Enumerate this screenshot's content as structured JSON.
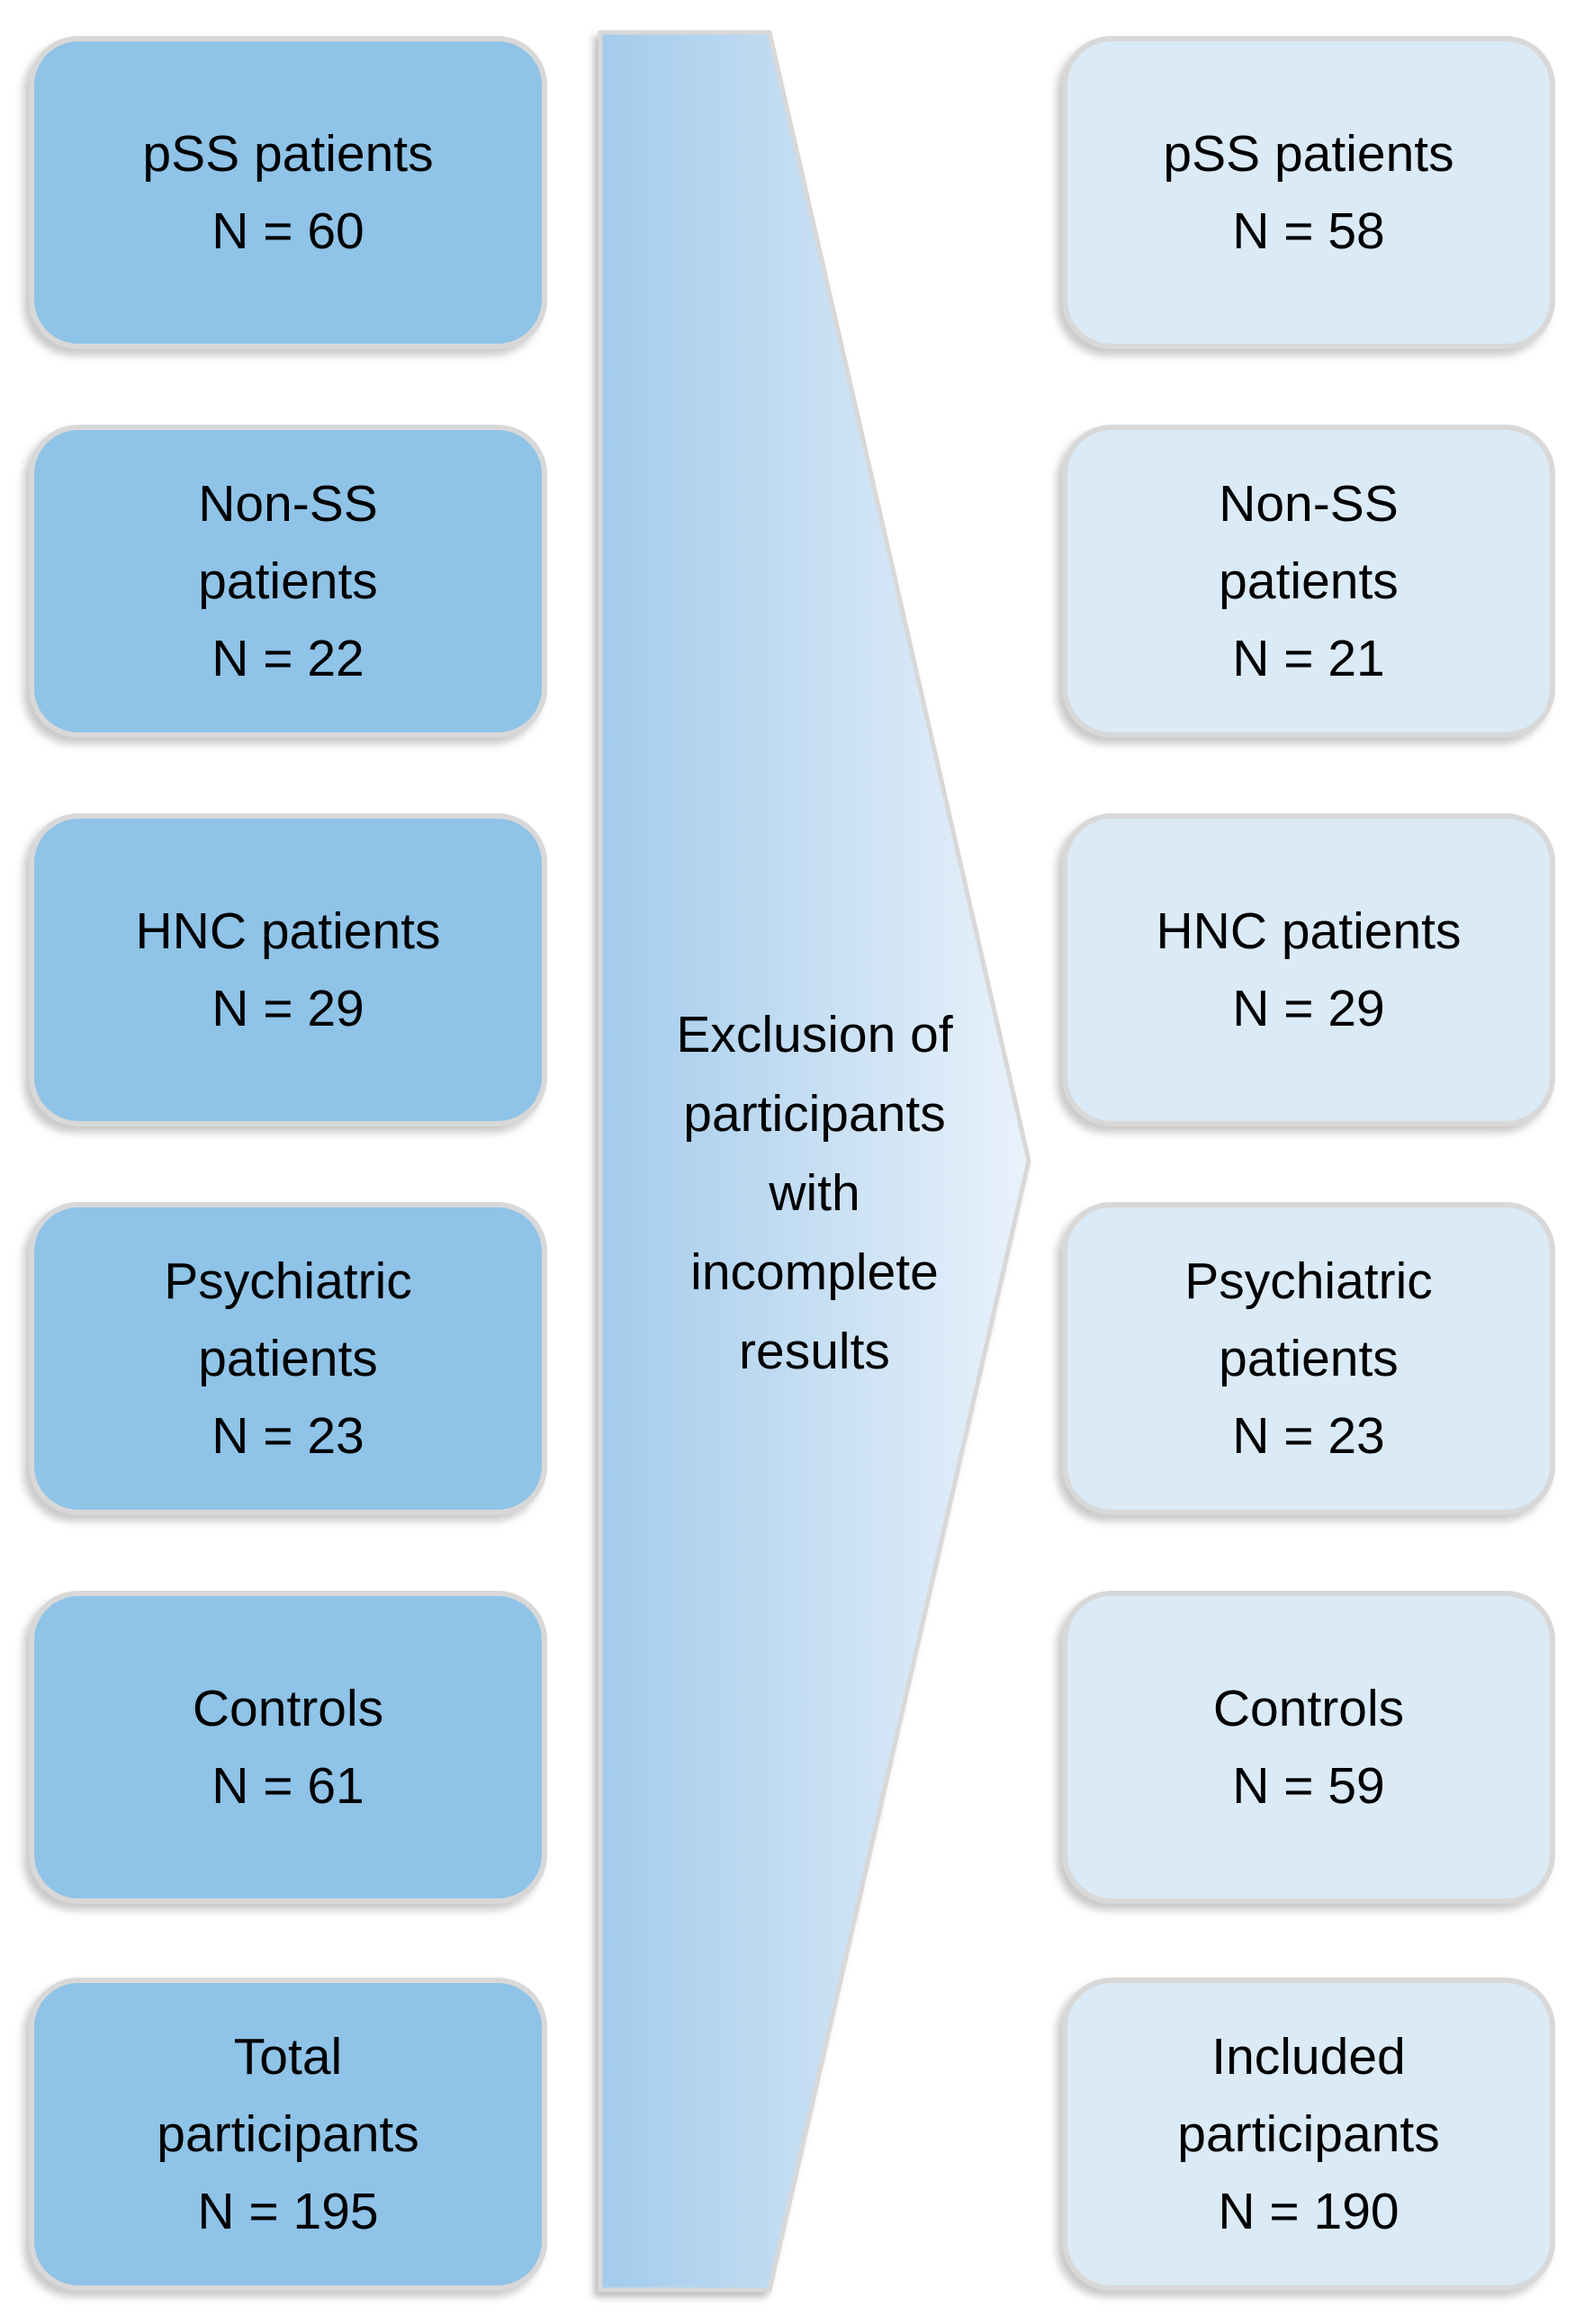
{
  "flowchart": {
    "left_boxes": [
      {
        "label": "pSS patients\nN = 60"
      },
      {
        "label": "Non-SS\npatients\nN = 22"
      },
      {
        "label": "HNC patients\nN = 29"
      },
      {
        "label": "Psychiatric\npatients\nN = 23"
      },
      {
        "label": "Controls\nN = 61"
      },
      {
        "label": "Total\nparticipants\nN = 195"
      }
    ],
    "arrow_label": "Exclusion of\nparticipants\nwith\nincomplete\nresults",
    "right_boxes": [
      {
        "label": "pSS patients\nN = 58"
      },
      {
        "label": "Non-SS\npatients\nN = 21"
      },
      {
        "label": "HNC patients\nN = 29"
      },
      {
        "label": "Psychiatric\npatients\nN = 23"
      },
      {
        "label": "Controls\nN = 59"
      },
      {
        "label": "Included\nparticipants\nN = 190"
      }
    ],
    "colors": {
      "left_box_fill": "#8fc3e8",
      "right_box_fill": "#daeaf6",
      "arrow_gradient_start": "#a3cbeb",
      "arrow_gradient_end": "#e9f2fb",
      "border": "#d8d8d8",
      "text": "#000000"
    }
  }
}
